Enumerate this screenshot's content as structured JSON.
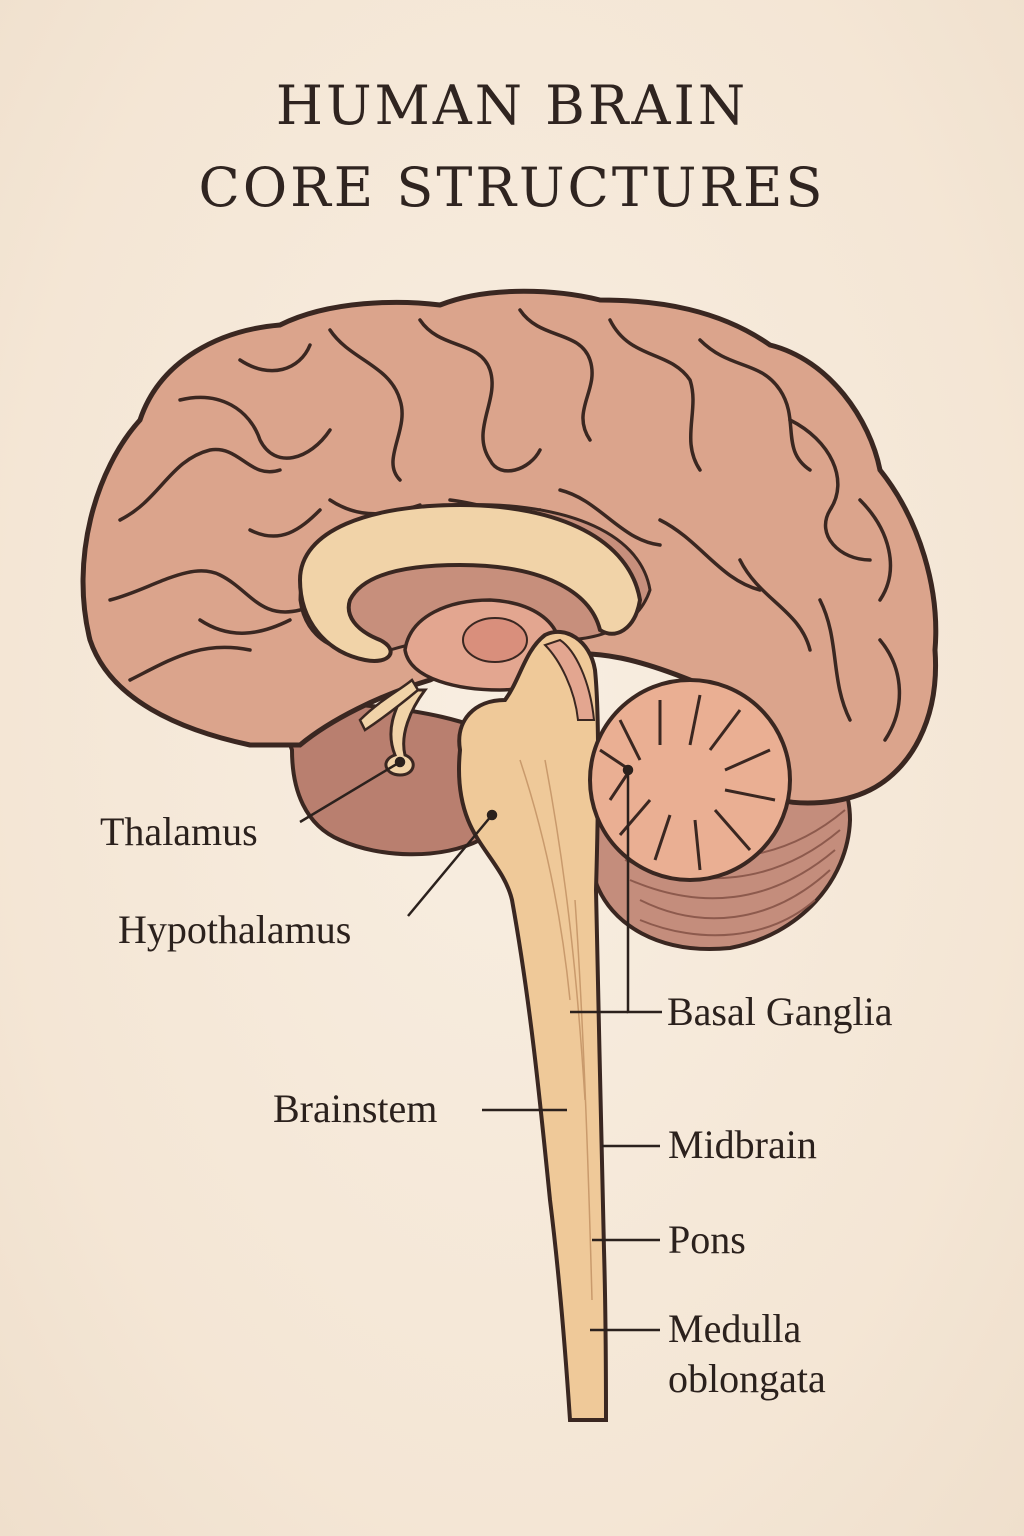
{
  "title": {
    "line1": "HUMAN BRAIN",
    "line2": "CORE STRUCTURES"
  },
  "labels": {
    "thalamus": "Thalamus",
    "hypothalamus": "Hypothalamus",
    "basal_ganglia": "Basal Ganglia",
    "brainstem": "Brainstem",
    "midbrain": "Midbrain",
    "pons": "Pons",
    "medulla_line1": "Medulla",
    "medulla_line2": "oblongata"
  },
  "colors": {
    "background": "#f6ebdc",
    "cortex": "#dba48c",
    "corpus_callosum": "#f1d3a8",
    "thalamus": "#e3a690",
    "cerebellum": "#e9a98e",
    "brainstem": "#efc999",
    "outline": "#3a2721"
  }
}
